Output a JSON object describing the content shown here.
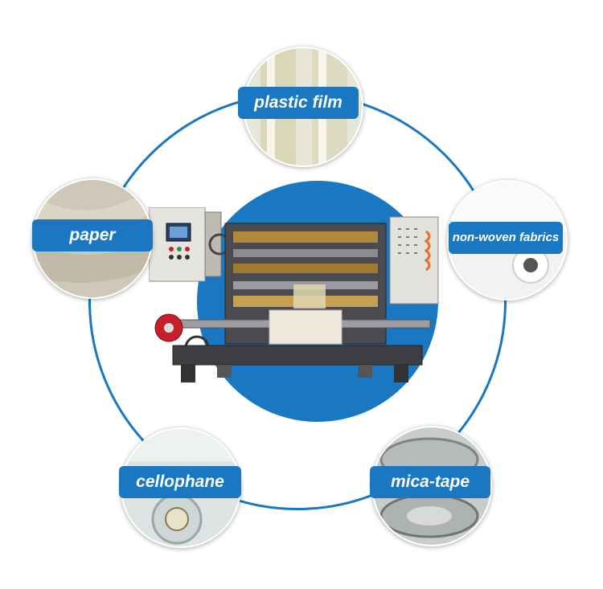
{
  "materials": {
    "plastic_film": "plastic film",
    "paper": "paper",
    "non_woven": "non-woven fabrics",
    "cellophane": "cellophane",
    "mica_tape": "mica-tape"
  },
  "colors": {
    "brand_blue": "#1a78c2",
    "label_bg": "#1a78c2",
    "label_text": "#ffffff",
    "machine_body": "#d9d6d0",
    "machine_red": "#c8202a"
  }
}
